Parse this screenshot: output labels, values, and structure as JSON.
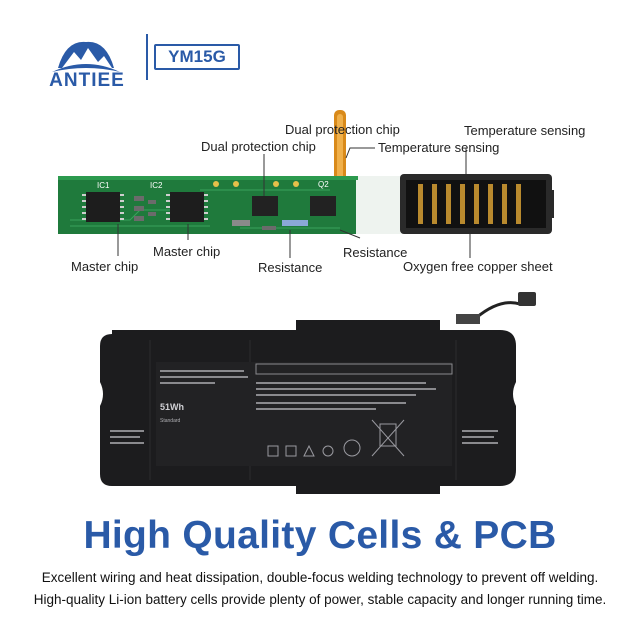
{
  "header": {
    "brand": "ANTIEE",
    "model": "YM15G"
  },
  "pcb_labels": {
    "dual_protection_chip_1": "Dual protection chip",
    "dual_protection_chip_2": "Dual protection chip",
    "temperature_sensing_1": "Temperature sensing",
    "temperature_sensing_2": "Temperature sensing",
    "master_chip_1": "Master chip",
    "master_chip_2": "Master chip",
    "resistance_1": "Resistance",
    "resistance_2": "Resistance",
    "oxygen_free_copper": "Oxygen free copper sheet"
  },
  "pcb_markings": {
    "ic1": "IC1",
    "ic2": "IC2",
    "q2": "Q2"
  },
  "battery": {
    "capacity": "51Wh",
    "type": "Standard"
  },
  "headline": "High Quality Cells & PCB",
  "captions": [
    "Excellent wiring and heat dissipation, double-focus welding technology to prevent off welding.",
    "High-quality Li-ion battery cells provide plenty of power, stable capacity and longer running time."
  ],
  "colors": {
    "brand_blue": "#2a5aa7",
    "pcb_green": "#1f7a3c",
    "battery_black": "#1c1c1e",
    "flex_orange": "#d98a1a"
  }
}
